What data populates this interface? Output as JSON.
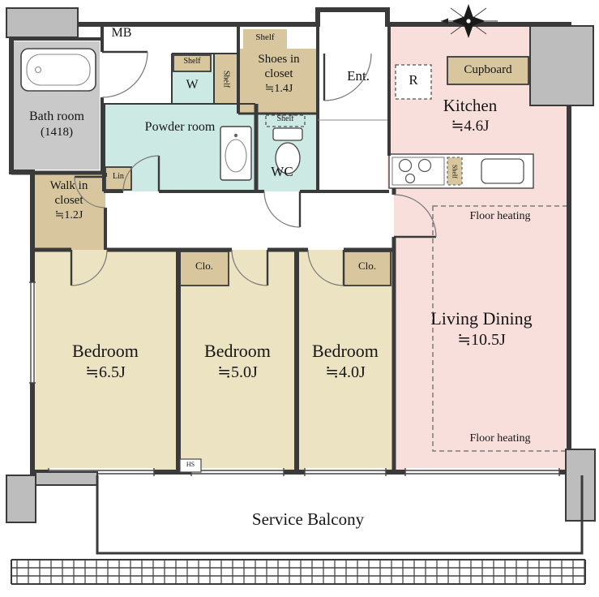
{
  "colors": {
    "wall": "#3a3a3a",
    "gray": "#bdbdbd",
    "beige": "#ece3c2",
    "tan": "#d8c79e",
    "pink": "#f8dfdc",
    "teal": "#cde9e3"
  },
  "rooms": {
    "bath": {
      "name": "Bath room",
      "size": "(1418)"
    },
    "powder": {
      "name": "Powder room"
    },
    "wc": {
      "name": "WC"
    },
    "kitchen": {
      "name": "Kitchen",
      "size": "≒4.6J"
    },
    "living": {
      "name": "Living Dining",
      "size": "≒10.5J"
    },
    "bedroom1": {
      "name": "Bedroom",
      "size": "≒6.5J"
    },
    "bedroom2": {
      "name": "Bedroom",
      "size": "≒5.0J"
    },
    "bedroom3": {
      "name": "Bedroom",
      "size": "≒4.0J"
    },
    "shoes_closet": {
      "line1": "Shoes in",
      "line2": "closet",
      "size": "≒1.4J"
    },
    "walk_in_closet": {
      "line1": "Walk in",
      "line2": "closet",
      "size": "≒1.2J"
    },
    "balcony": {
      "name": "Service Balcony"
    }
  },
  "small_labels": {
    "mb": "MB",
    "w": "W",
    "ent": "Ent.",
    "r": "R",
    "cupboard": "Cupboard",
    "lin": "Lin",
    "hs": "HS",
    "clo1": "Clo.",
    "clo2": "Clo.",
    "shelf_w": "Shelf",
    "shelf_vertical": "Shelf",
    "shelf_shoes": "Shelf",
    "shelf_wc": "Shelf",
    "shelf_kitchen": "Shelf",
    "floor_heating_top": "Floor heating",
    "floor_heating_bottom": "Floor heating"
  }
}
